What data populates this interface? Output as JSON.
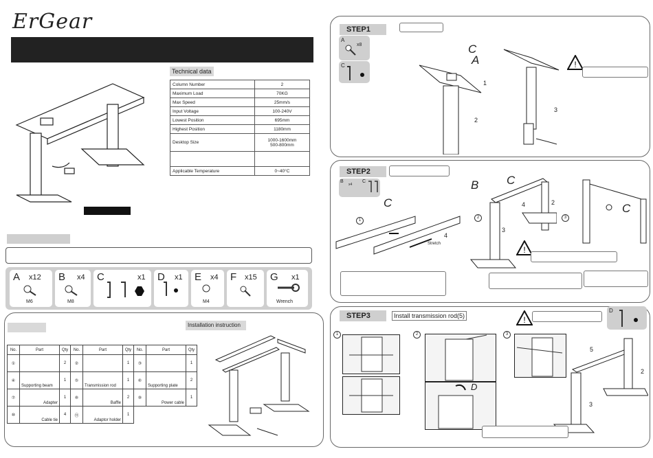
{
  "brand": {
    "logo": "ErGear"
  },
  "tech": {
    "title": "Technical data",
    "rows": [
      {
        "label": "Column Number",
        "value": "2"
      },
      {
        "label": "Maximum Load",
        "value": "70KG"
      },
      {
        "label": "Max Speed",
        "value": "25mm/s"
      },
      {
        "label": "Input Voltage",
        "value": "100-240V"
      },
      {
        "label": "Lowest Position",
        "value": "695mm"
      },
      {
        "label": "Highest Position",
        "value": "1180mm"
      },
      {
        "label": "Desktop Size",
        "value": "1000-1600mm",
        "value2": "500-800mm"
      },
      {
        "label": "",
        "value": ""
      },
      {
        "label": "Applicable Temperature",
        "value": "0~40°C"
      }
    ]
  },
  "hardware": [
    {
      "letter": "A",
      "qty": "x12",
      "size": "M6"
    },
    {
      "letter": "B",
      "qty": "x4",
      "size": "M8"
    },
    {
      "letter": "C",
      "qty": "x1",
      "size": ""
    },
    {
      "letter": "D",
      "qty": "x1",
      "size": ""
    },
    {
      "letter": "E",
      "qty": "x4",
      "size": "M4"
    },
    {
      "letter": "F",
      "qty": "x15",
      "size": ""
    },
    {
      "letter": "G",
      "qty": "x1",
      "size": "Wrench"
    }
  ],
  "parts_table": {
    "headers": [
      "No.",
      "Part",
      "Qty",
      "No.",
      "Part",
      "Qty",
      "No.",
      "Part",
      "Qty"
    ],
    "rows": [
      [
        {
          "no": "①",
          "name": "",
          "qty": "2"
        },
        {
          "no": "②",
          "name": "",
          "qty": "1"
        },
        {
          "no": "③",
          "name": "",
          "qty": "1"
        }
      ],
      [
        {
          "no": "④",
          "name": "Supporting beam",
          "qty": "1"
        },
        {
          "no": "⑤",
          "name": "Transmission rod",
          "qty": "1"
        },
        {
          "no": "⑥",
          "name": "Supporting plate",
          "qty": "2"
        }
      ],
      [
        {
          "no": "⑦",
          "name": "Adapter",
          "qty": "1"
        },
        {
          "no": "⑧",
          "name": "Baffle",
          "qty": "2"
        },
        {
          "no": "⑨",
          "name": "Power cable",
          "qty": "1"
        }
      ],
      [
        {
          "no": "⑩",
          "name": "Cable tie",
          "qty": "4"
        },
        {
          "no": "⑪",
          "name": "Adaptor holder",
          "qty": "1"
        }
      ]
    ]
  },
  "install": {
    "title": "Installation instruction"
  },
  "step1": {
    "label": "STEP1",
    "hw_a": "A",
    "hw_a_qty": "x8",
    "hw_c": "C",
    "callouts": [
      "C",
      "A",
      "1",
      "2",
      "3"
    ]
  },
  "step2": {
    "label": "STEP2",
    "hw_b": "B",
    "hw_b_qty": "x4",
    "hw_c": "C",
    "stretch": "Stretch",
    "callouts": [
      "C",
      "4",
      "1",
      "B",
      "C",
      "4",
      "2",
      "2",
      "3",
      "3",
      "C"
    ]
  },
  "step3": {
    "label": "STEP3",
    "title": "Install transmission rod(5)",
    "hw_d": "D",
    "sub": [
      "1",
      "2",
      "3"
    ],
    "callouts": [
      "D",
      "5",
      "2",
      "3"
    ]
  }
}
